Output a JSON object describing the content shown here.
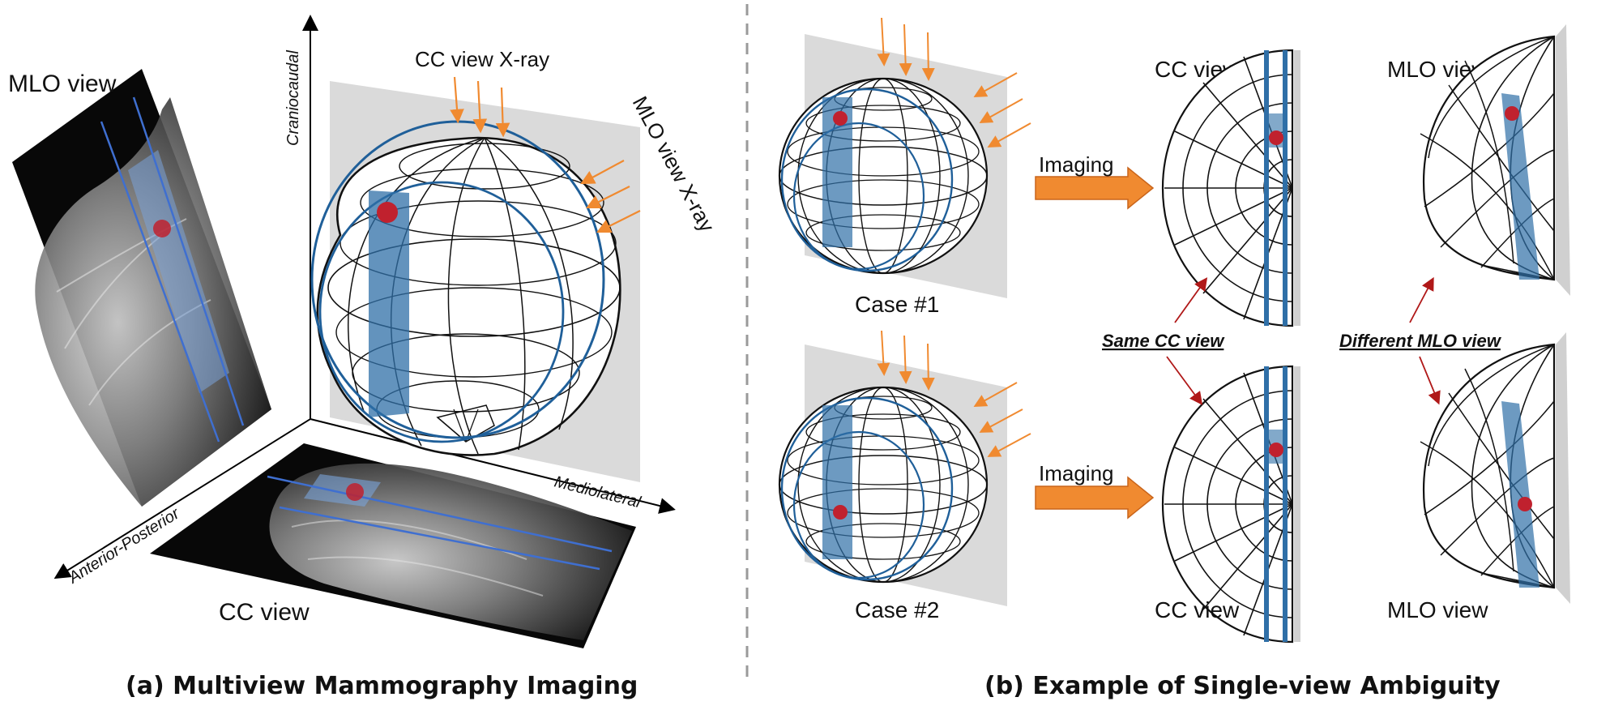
{
  "panel_a": {
    "caption": "(a) Multiview Mammography Imaging",
    "mlo_view_label": "MLO view",
    "cc_view_label": "CC view",
    "cc_xray_label": "CC view X-ray",
    "mlo_xray_label": "MLO view X-ray",
    "axis_vertical": "Craniocaudal",
    "axis_right": "Mediolateral",
    "axis_left": "Anterior-Posterior"
  },
  "panel_b": {
    "caption": "(b) Example of Single-view Ambiguity",
    "case1_label": "Case #1",
    "case2_label": "Case #2",
    "imaging_label_1": "Imaging",
    "imaging_label_2": "Imaging",
    "cc_view_top": "CC view",
    "mlo_view_top": "MLO view",
    "cc_view_bottom": "CC view",
    "mlo_view_bottom": "MLO view",
    "same_cc_label": "Same CC view",
    "different_mlo_label": "Different MLO view"
  },
  "colors": {
    "xray_arrow": "#f08a30",
    "lesion": "#c0212e",
    "projection_band": "#2f6fa7",
    "same_label": "#4a90d9",
    "different_label": "#e01a1a",
    "plane": "#dadada",
    "imaging_arrow": "#f08a30"
  }
}
